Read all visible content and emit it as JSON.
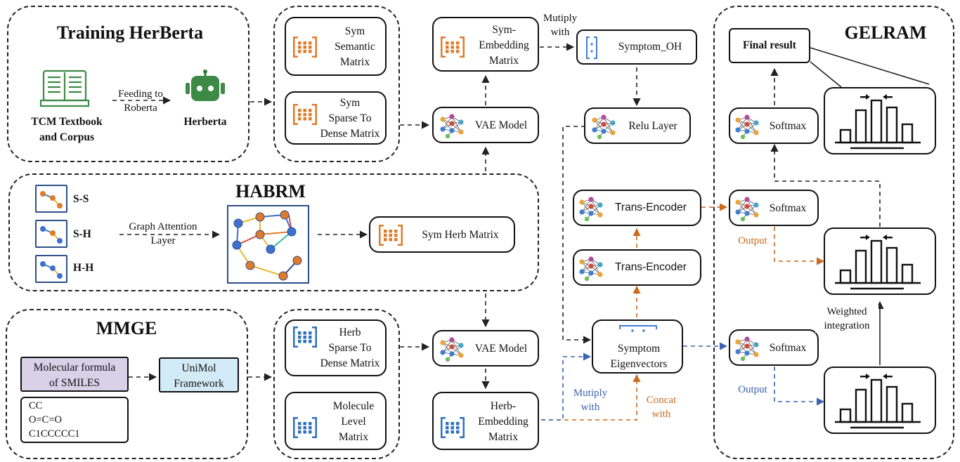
{
  "colors": {
    "orange": "#e07b2a",
    "blue": "#2e6fbf",
    "orange_arrow": "#c96a1f",
    "blue_arrow": "#3a62b0"
  },
  "regions": {
    "training": "Training HerBerta",
    "habrm": "HABRM",
    "mmge": "MMGE",
    "gelram": "GELRAM"
  },
  "training": {
    "textbook_line1": "TCM Textbook",
    "textbook_line2": "and Corpus",
    "feeding_line1": "Feeding to",
    "feeding_line2": "Roberta",
    "herberta": "Herberta"
  },
  "sym_matrices": {
    "semantic": [
      "Sym",
      "Semantic",
      "Matrix"
    ],
    "sparse": [
      "Sym",
      "Sparse To",
      "Dense Matrix"
    ]
  },
  "habrm": {
    "ss": "S-S",
    "sh": "S-H",
    "hh": "H-H",
    "gat_line1": "Graph Attention",
    "gat_line2": "Layer",
    "sym_herb": "Sym Herb Matrix"
  },
  "mmge": {
    "smiles_line1": "Molecular formula",
    "smiles_line2": "of SMILES",
    "unimol_line1": "UniMol",
    "unimol_line2": "Framework",
    "examples": [
      "CC",
      "O=C=O",
      "C1CCCCC1"
    ]
  },
  "herb_matrices": {
    "sparse": [
      "Herb",
      "Sparse To",
      "Dense Matrix"
    ],
    "molecule": [
      "Molecule",
      "Level",
      "Matrix"
    ]
  },
  "center": {
    "sym_embedding": [
      "Sym-",
      "Embedding",
      "Matrix"
    ],
    "vae_top": "VAE Model",
    "vae_bottom": "VAE Model",
    "herb_embedding": [
      "Herb-",
      "Embedding",
      "Matrix"
    ],
    "multiply_with_top": [
      "Mutiply",
      "with"
    ]
  },
  "symptom": {
    "symptom_oh": "Symptom_OH",
    "relu": "Relu Layer",
    "trans_encoder_top": "Trans-Encoder",
    "trans_encoder_bottom": "Trans-Encoder",
    "eigen_line1": "Symptom",
    "eigen_line2": "Eigenvectors",
    "multiply_with": [
      "Mutiply",
      "with"
    ],
    "concat_with": [
      "Concat",
      "with"
    ]
  },
  "gelram": {
    "final_result": "Final result",
    "softmax_top": "Softmax",
    "softmax_mid": "Softmax",
    "softmax_bottom": "Softmax",
    "output_top": "Output",
    "output_bottom": "Output",
    "weighted_line1": "Weighted",
    "weighted_line2": "integration"
  },
  "icons": [
    "book-icon",
    "robot-icon",
    "matrix-icon",
    "neural-network-icon",
    "graph-icon",
    "vector-icon",
    "histogram-icon"
  ]
}
